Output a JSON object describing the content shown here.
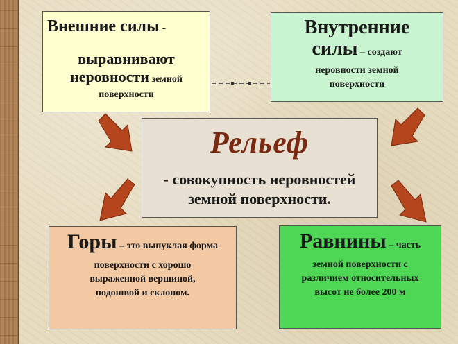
{
  "external": {
    "title": "Внешние силы",
    "title_suffix": " -",
    "line2": "выравнивают",
    "line3_bold": "неровности",
    "line3_small": " земной",
    "line4": "поверхности"
  },
  "internal": {
    "title_line1": "Внутренние",
    "title_line2_big": "силы",
    "title_line2_small": " – создают",
    "line3": "неровности земной",
    "line4": "поверхности"
  },
  "center": {
    "title": "Рельеф",
    "line1": "- совокупность  неровностей",
    "line2": "земной поверхности."
  },
  "mountains": {
    "title": "Горы",
    "title_suffix": " – это выпуклая форма",
    "line2": "поверхности с хорошо",
    "line3": "выраженной вершиной,",
    "line4": "подошвой и склоном."
  },
  "plains": {
    "title": "Равнины",
    "title_suffix": " – часть",
    "line2": "земной поверхности с",
    "line3": "различием относительных",
    "line4": "высот не более 200 м"
  },
  "colors": {
    "arrow": "#b5451c",
    "title_accent": "#7a2a10",
    "external_box": "#ffffd0",
    "internal_box": "#c8f5d0",
    "center_box": "#e8e0d2",
    "mountains_box": "#f3c9a4",
    "plains_box": "#4ed655"
  }
}
